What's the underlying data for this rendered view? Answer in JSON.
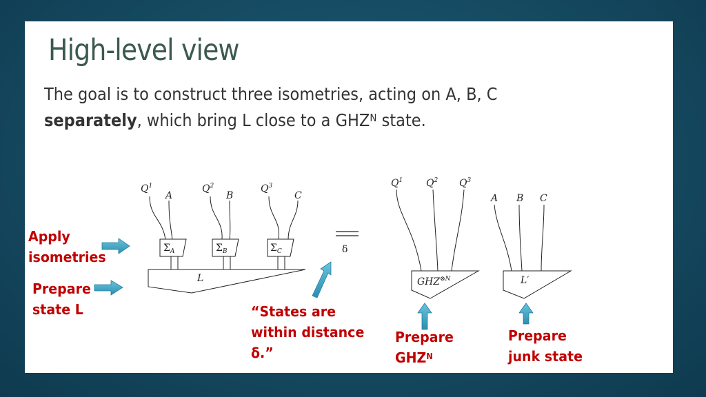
{
  "title": "High-level view",
  "subtitle": {
    "line1": "The goal is to construct three isometries, acting on A, B, C",
    "bold": "separately",
    "line2_rest": ", which bring L close to a GHZ",
    "line2_sup": "N",
    "line2_end": " state."
  },
  "annotations": {
    "apply_line1": "Apply",
    "apply_line2": "isometries",
    "prepare_l_line1": "Prepare",
    "prepare_l_line2": "state L",
    "distance_line1": "“States are",
    "distance_line2": "within distance",
    "distance_line3": "δ.”",
    "prepare_ghz_line1": "Prepare",
    "prepare_ghz_line2": "GHZ",
    "prepare_ghz_sup": "N",
    "prepare_junk_line1": "Prepare",
    "prepare_junk_line2": "junk state"
  },
  "diagram": {
    "left": {
      "q1": "Q",
      "q1_sup": "1",
      "a": "A",
      "q2": "Q",
      "q2_sup": "2",
      "b": "B",
      "q3": "Q",
      "q3_sup": "3",
      "c": "C",
      "sigma_a": "Σ",
      "sigma_a_sub": "A",
      "sigma_b": "Σ",
      "sigma_b_sub": "B",
      "sigma_c": "Σ",
      "sigma_c_sub": "C",
      "state": "L"
    },
    "equals_symbol": "δ",
    "right": {
      "q1": "Q",
      "q1_sup": "1",
      "q2": "Q",
      "q2_sup": "2",
      "q3": "Q",
      "q3_sup": "3",
      "a": "A",
      "b": "B",
      "c": "C",
      "ghz": "GHZ",
      "ghz_sup": "⊗N",
      "junk": "L′"
    }
  },
  "colors": {
    "accent_red": "#c00000",
    "arrow_blue": "#3aa0bf",
    "title": "#3c5a4f"
  }
}
